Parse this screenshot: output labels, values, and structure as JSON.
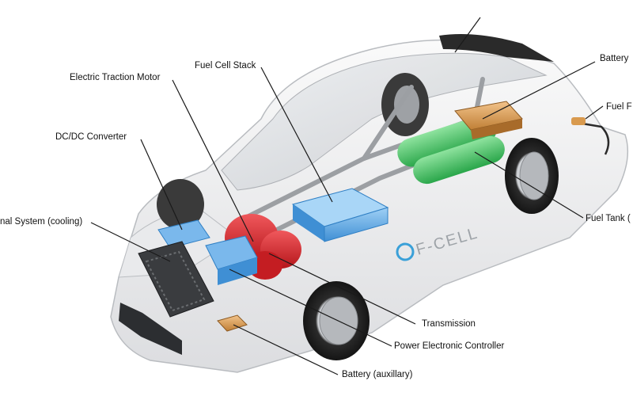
{
  "diagram": {
    "vehicle_badge": "F-CELL",
    "labels": {
      "electric_traction_motor": "Electric Traction Motor",
      "fuel_cell_stack": "Fuel Cell Stack",
      "battery_top": "Battery",
      "fuel_filler": "Fuel F",
      "dcdc_converter": "DC/DC Converter",
      "thermal_system": "nal System (cooling)",
      "fuel_tank": "Fuel Tank (",
      "transmission": "Transmission",
      "power_electronic_controller": "Power Electronic Controller",
      "battery_auxillary": "Battery (auxillary)"
    },
    "colors": {
      "fuel_cell_stack": "#6fb3e8",
      "hydrogen_tanks": "#4cc46a",
      "traction_motor": "#d8262c",
      "battery": "#d99a4e",
      "body": "#f3f4f6",
      "leader_line": "#1a1a1a"
    }
  }
}
